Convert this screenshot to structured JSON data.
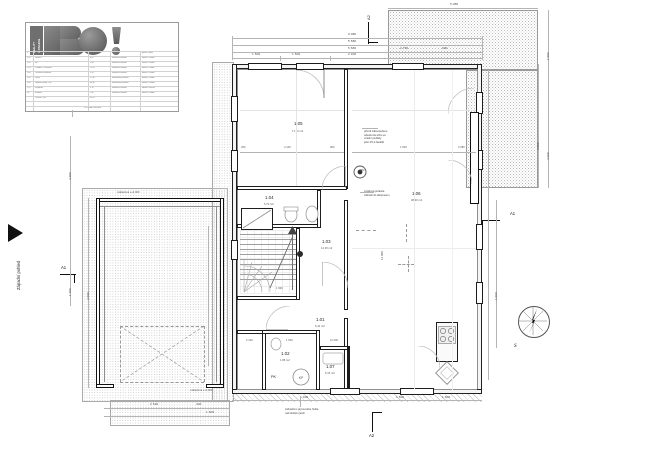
{
  "sheet": {
    "drawing_type": "architectural-floor-plan",
    "scale_note": "1:100"
  },
  "titleblock": {
    "logo_primary": "BO!",
    "logo_side_line1": "REALITY",
    "logo_side_line2": "& FINANCE",
    "table_header": [
      "č.",
      "název místnosti",
      "plocha",
      "podlaha",
      "povrch úprav"
    ],
    "rows": [
      [
        "1.01",
        "Zádveří",
        "6,42",
        "keramická dlažba",
        "omítka / malba"
      ],
      [
        "1.02",
        "WC",
        "1,88",
        "keramická dlažba",
        "omítka / malba"
      ],
      [
        "1.03",
        "Chodba + schodiště",
        "12,35",
        "keramická dlažba",
        "omítka / malba"
      ],
      [
        "1.04",
        "Technická místnost",
        "5,70",
        "keramická dlažba",
        "omítka / malba"
      ],
      [
        "1.05",
        "Pokoj",
        "17,40",
        "laminátová podlaha",
        "omítka / malba"
      ],
      [
        "1.06",
        "Obývací pokoj + KK",
        "38,90",
        "laminátová podlaha",
        "omítka / malba"
      ],
      [
        "1.07",
        "Koupelna",
        "5,15",
        "keramická dlažba",
        "obklad / omítka"
      ],
      [
        "PK",
        "Komora",
        "1,40",
        "keramická dlažba",
        "omítka / malba"
      ],
      [
        "",
        "Celkem 1.NP",
        "89,20",
        "",
        ""
      ]
    ],
    "footer_note": "PLOCHA CELKEM"
  },
  "rooms": [
    {
      "id": "1.01",
      "area": "6,42 m2"
    },
    {
      "id": "1.02",
      "area": "1,88 m2"
    },
    {
      "id": "1.03",
      "area": "12,35 m2"
    },
    {
      "id": "1.04",
      "area": "5,70 m2"
    },
    {
      "id": "1.05",
      "area": "17,40 m2"
    },
    {
      "id": "1.06",
      "area": "38,90 m2"
    },
    {
      "id": "1.07",
      "area": "5,15 m2"
    },
    {
      "id": "PK",
      "area": "1,40 m2"
    }
  ],
  "annotations": {
    "note_right_upper": "přívod zabezpečeno\nodvodu He krbu ve\nvzadní podlahy\njeho 2% k fasádě",
    "note_right_lower": "výtahová podesta\nzábradí do sklopnemu",
    "note_bottom": "zahradním plynovodne hotka\nnad obtokní jezdí",
    "note_garage_top": "základová v+0,000",
    "note_garage_bottom": "základová v+0,000",
    "left_vertical": "Západní pohled",
    "compass_south": "S",
    "section_markers": [
      "A1",
      "A1",
      "A2",
      "A2"
    ]
  },
  "dimensions": {
    "top_outer": "9 080",
    "top_chain_1": [
      "1 500",
      "1 500",
      "2 400"
    ],
    "top_chain_2": [
      "5 580",
      "5 680",
      "2 400"
    ],
    "top_right_small": [
      "2 750",
      "900"
    ],
    "top_far": "5 080",
    "right_chain": [
      "1 500",
      "4 200",
      "3 500",
      "1 000"
    ],
    "left_chain": [
      "4 400",
      "1 700",
      "3 600"
    ],
    "bottom_chain": [
      "2 520",
      "440",
      "1 800",
      "1 400",
      "1 500",
      "1 800"
    ],
    "interior_labels": [
      "4 100",
      "250",
      "900",
      "1 600",
      "1 900",
      "2 100",
      "3 080",
      "11 000",
      "250",
      "1 500"
    ],
    "elevation_garage": "±0,000",
    "elevation_house": "+0,000"
  },
  "icons": {
    "compass": "compass-rose-icon",
    "view_arrow": "view-direction-arrow-icon",
    "stair": "staircase-icon",
    "stove": "stovetop-icon",
    "sink": "sink-icon",
    "wc": "toilet-icon",
    "boiler": "boiler-icon"
  }
}
